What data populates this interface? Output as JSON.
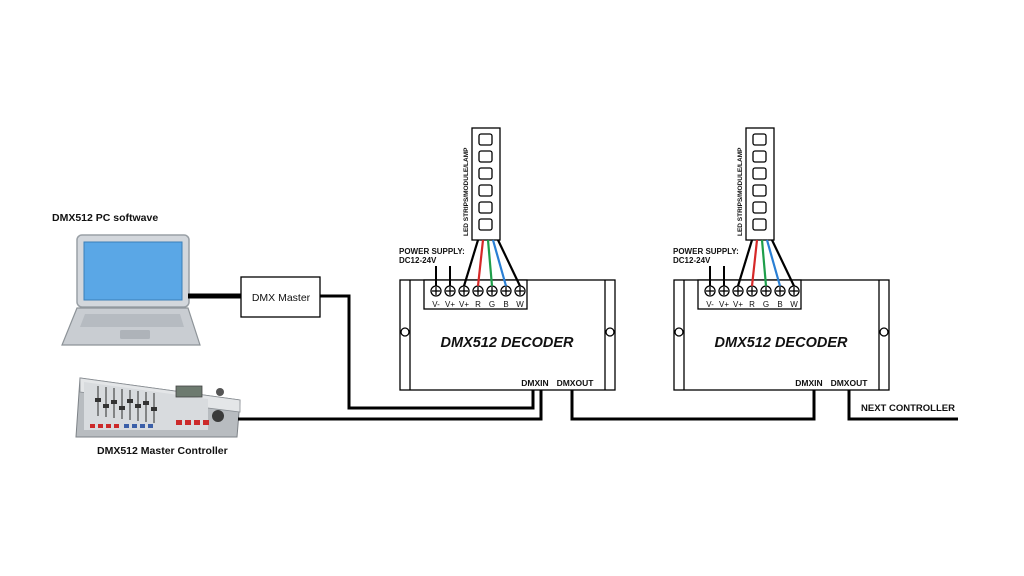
{
  "labels": {
    "pc_software": "DMX512  PC  softwave",
    "dmx_master": "DMX Master",
    "master_controller": "DMX512 Master Controller",
    "next_controller": "NEXT CONTROLLER"
  },
  "decoders": [
    {
      "title": "DMX512 DECODER",
      "power_supply": "POWER SUPPLY:",
      "voltage": "DC12-24V",
      "led_label": "LED STRIPS/MODULE/LAMP",
      "terminals": [
        "V-",
        "V+",
        "V+",
        "R",
        "G",
        "B",
        "W"
      ],
      "dmx_in": "DMXIN",
      "dmx_out": "DMXOUT"
    },
    {
      "title": "DMX512 DECODER",
      "power_supply": "POWER SUPPLY:",
      "voltage": "DC12-24V",
      "led_label": "LED STRIPS/MODULE/LAMP",
      "terminals": [
        "V-",
        "V+",
        "V+",
        "R",
        "G",
        "B",
        "W"
      ],
      "dmx_in": "DMXIN",
      "dmx_out": "DMXOUT"
    }
  ],
  "colors": {
    "laptop_screen": "#5aa7e6",
    "laptop_body": "#cfd3d8",
    "wire_red": "#d62828",
    "wire_green": "#1e9e4a",
    "wire_blue": "#2a7fd4",
    "wire_black": "#000000"
  }
}
